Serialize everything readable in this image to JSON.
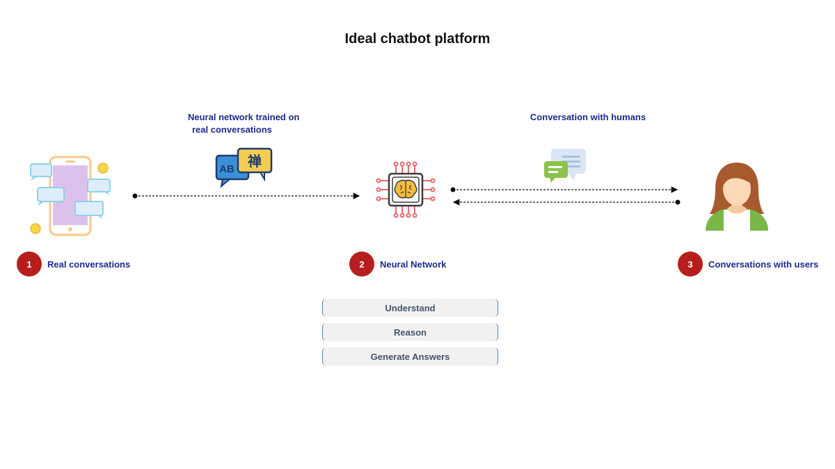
{
  "title": "Ideal chatbot platform",
  "captions": {
    "left_line1": "Neural network trained on",
    "left_line2": "real conversations",
    "right": "Conversation with humans"
  },
  "steps": [
    {
      "number": "1",
      "label": "Real conversations"
    },
    {
      "number": "2",
      "label": "Neural Network"
    },
    {
      "number": "3",
      "label": "Conversations with users"
    }
  ],
  "functions": [
    "Understand",
    "Reason",
    "Generate Answers"
  ],
  "translation_icon": {
    "left_text": "AB",
    "right_text": "禅"
  },
  "colors": {
    "label_text": "#1c2a8c",
    "badge": "#b81d1d",
    "function_box_border": "#5b7bd1"
  },
  "icons": [
    "phone-chat-icon",
    "translation-icon",
    "brain-chip-icon",
    "chat-bubbles-icon",
    "user-avatar-icon"
  ]
}
